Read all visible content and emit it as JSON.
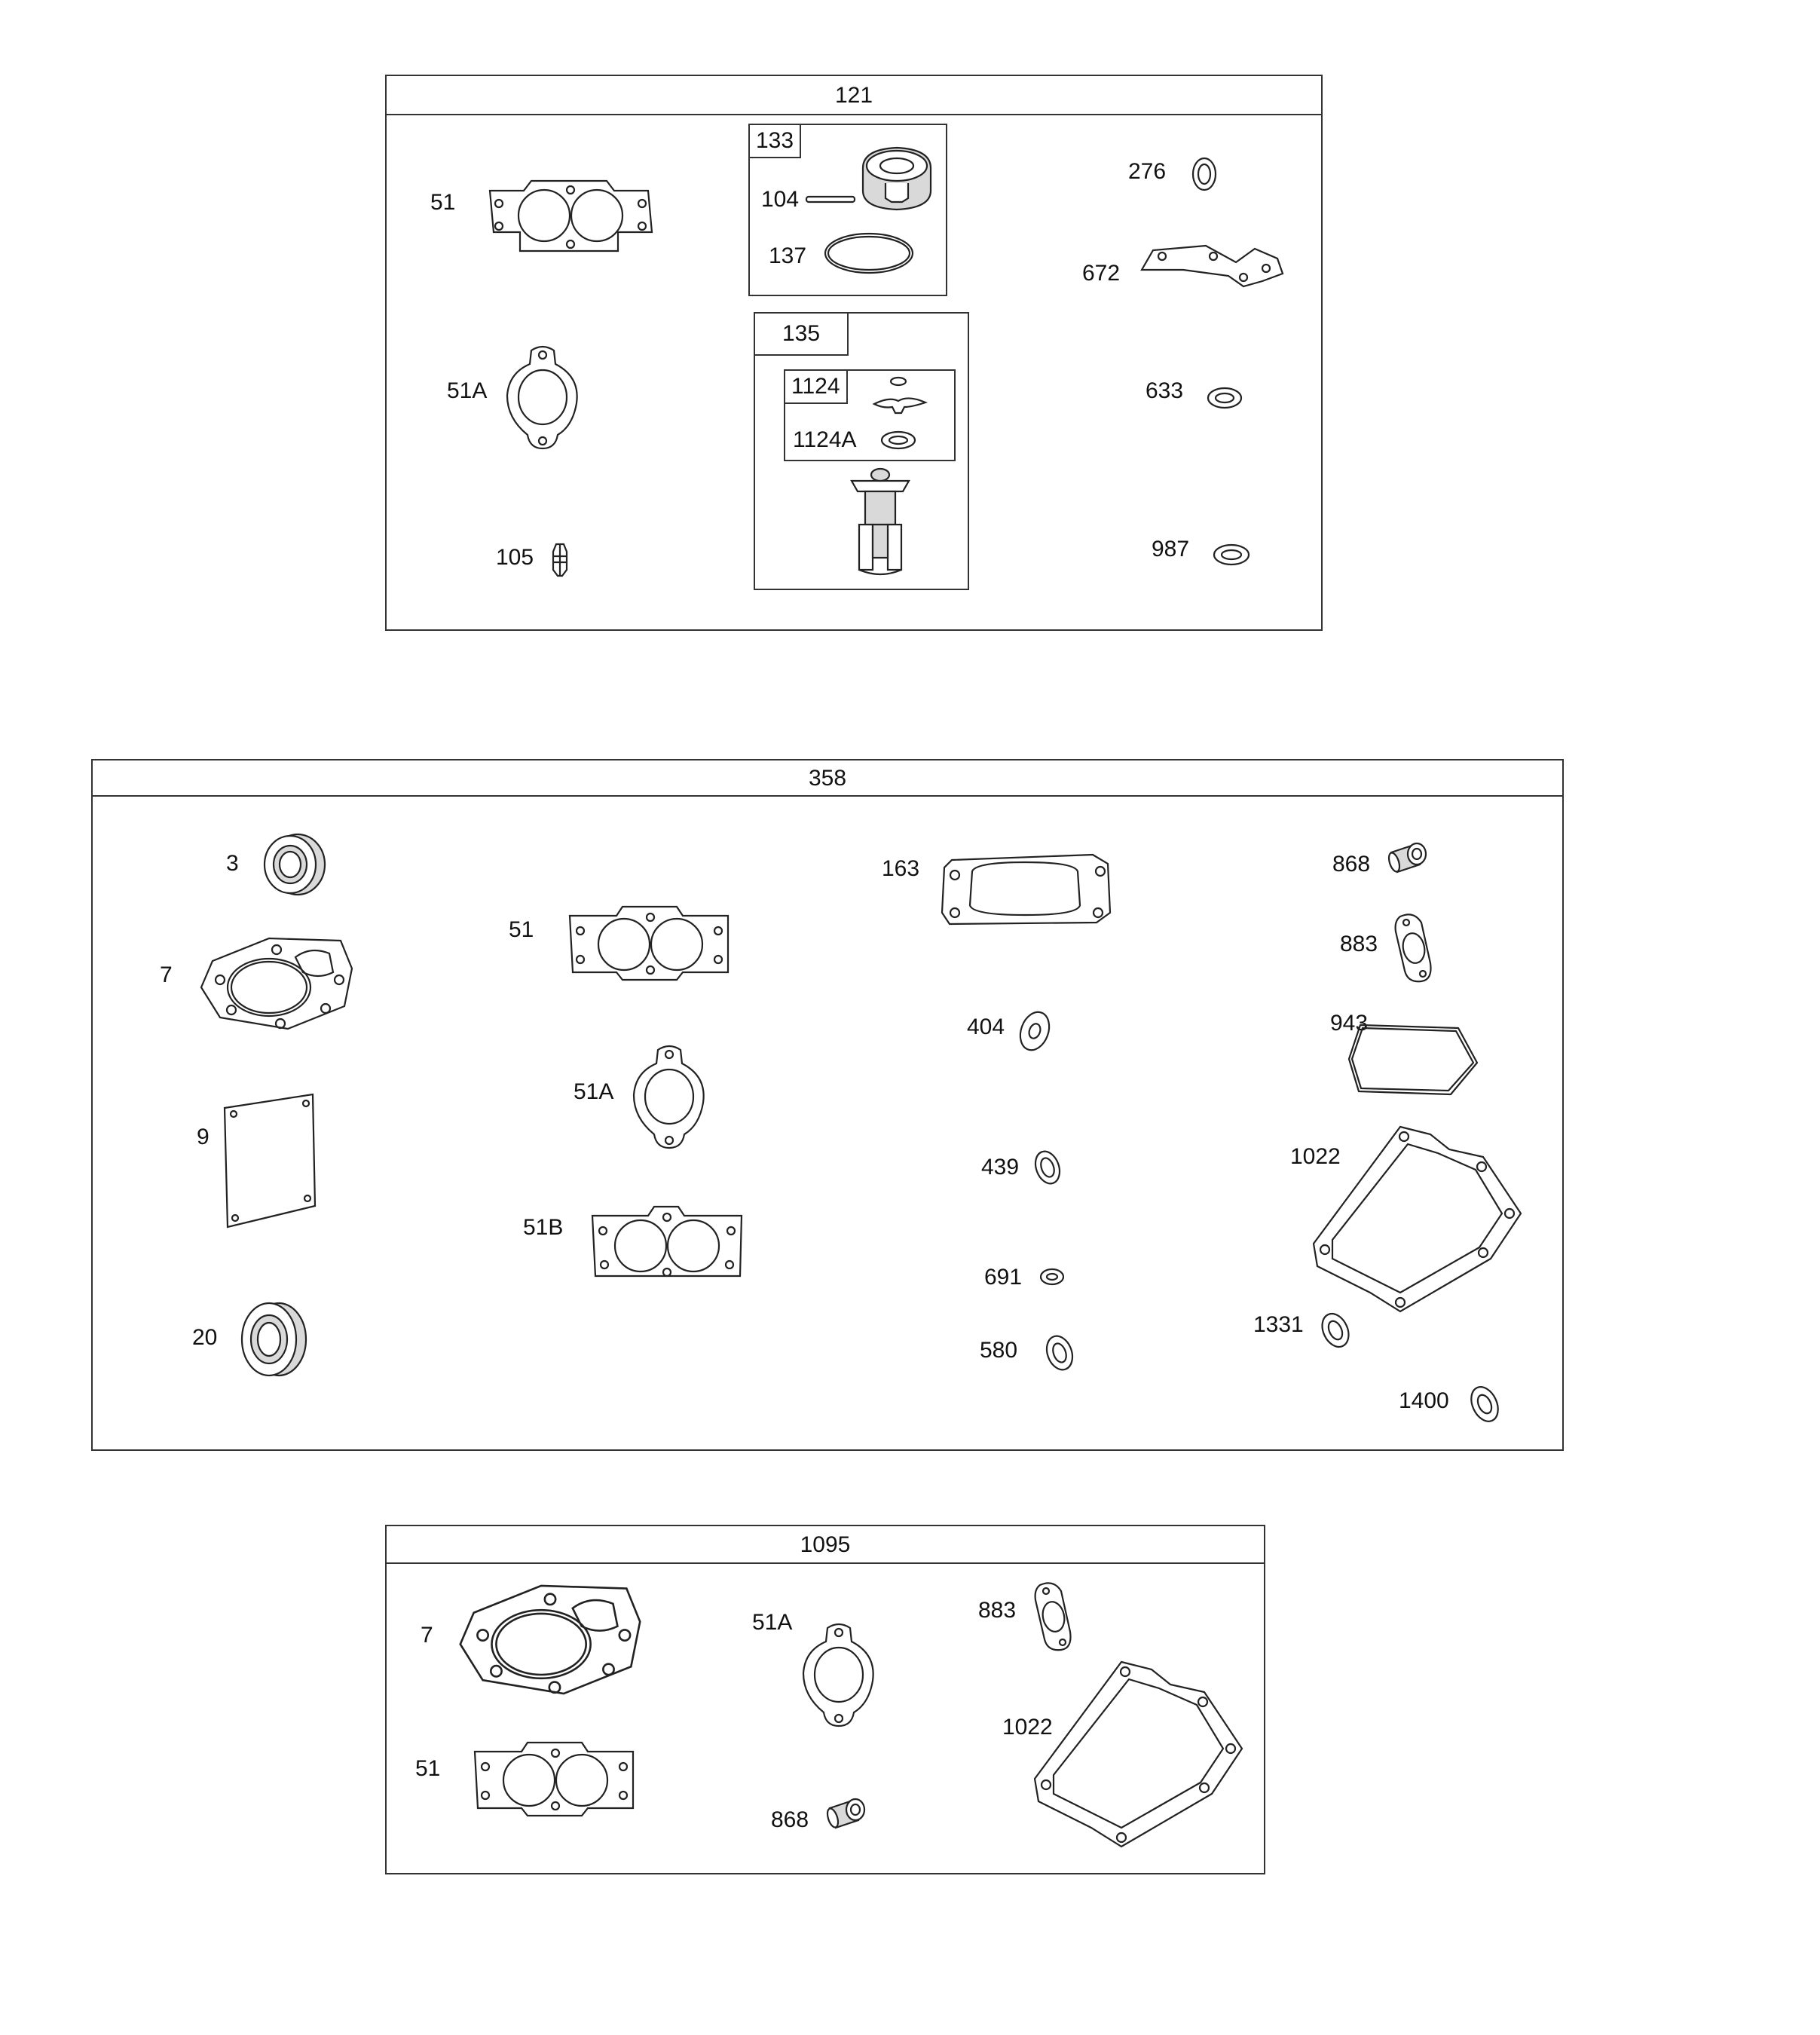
{
  "kits": [
    {
      "number": "121",
      "subkits": [
        {
          "number": "133",
          "parts": [
            "104",
            "137"
          ]
        },
        {
          "number": "135",
          "parts": [
            {
              "number": "1124",
              "parts": [
                "1124A"
              ]
            }
          ]
        }
      ],
      "parts": [
        "51",
        "51A",
        "105",
        "276",
        "672",
        "633",
        "987"
      ]
    },
    {
      "number": "358",
      "parts": [
        "3",
        "7",
        "9",
        "20",
        "51",
        "51A",
        "51B",
        "163",
        "404",
        "439",
        "691",
        "580",
        "868",
        "883",
        "943",
        "1022",
        "1331",
        "1400"
      ]
    },
    {
      "number": "1095",
      "parts": [
        "7",
        "51",
        "51A",
        "868",
        "883",
        "1022"
      ]
    }
  ]
}
